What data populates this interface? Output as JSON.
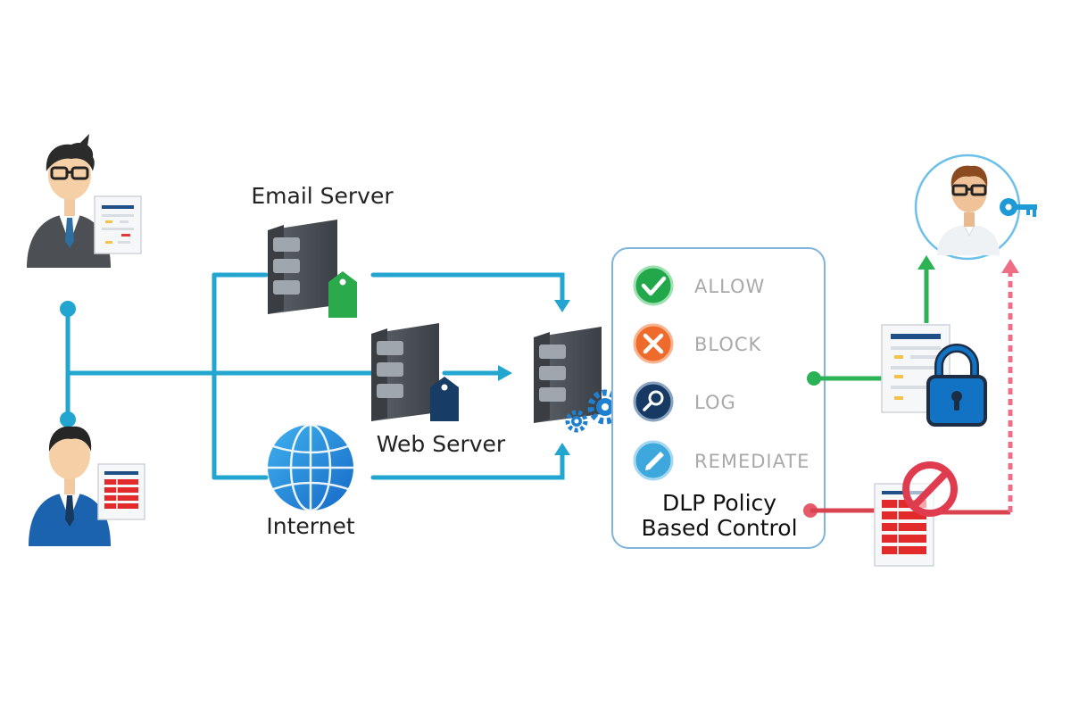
{
  "labels": {
    "email_server": "Email Server",
    "web_server": "Web Server",
    "internet": "Internet"
  },
  "policy": {
    "options": [
      {
        "label": "ALLOW",
        "icon": "check-icon",
        "color": "#22a84a"
      },
      {
        "label": "BLOCK",
        "icon": "x-icon",
        "color": "#ef6b2c"
      },
      {
        "label": "LOG",
        "icon": "magnifier-icon",
        "color": "#163a63"
      },
      {
        "label": "REMEDIATE",
        "icon": "pencil-icon",
        "color": "#3ea7dc"
      }
    ],
    "title_line1": "DLP Policy",
    "title_line2": "Based Control"
  },
  "colors": {
    "flow": "#22a6d0",
    "allow": "#2bb356",
    "block": "#d8434f",
    "block_dashed": "#ee6f85",
    "server": "#4a4f55",
    "panel_border": "#7fb4dc",
    "lock": "#1273c4"
  }
}
